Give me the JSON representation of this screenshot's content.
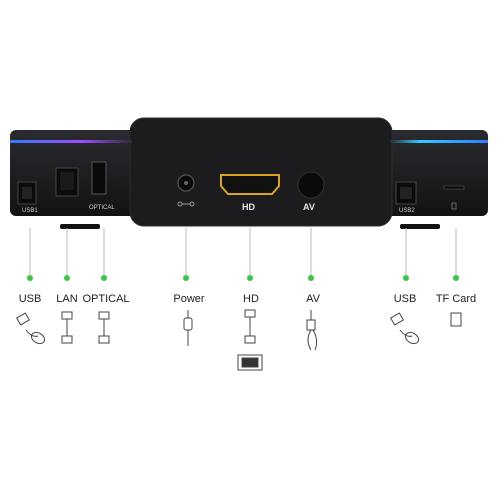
{
  "device": {
    "port_marks": {
      "usb1": "USB1",
      "optical": "OPTICAL",
      "hd": "HD",
      "av": "AV",
      "usb2": "USB2"
    }
  },
  "labels": [
    {
      "id": "usb1",
      "text": "USB",
      "icon": "usb-mouse-icon"
    },
    {
      "id": "lan",
      "text": "LAN",
      "icon": "ethernet-cable-icon"
    },
    {
      "id": "optical",
      "text": "OPTICAL",
      "icon": "optical-cable-icon"
    },
    {
      "id": "power",
      "text": "Power",
      "icon": "power-plug-icon"
    },
    {
      "id": "hd",
      "text": "HD",
      "icon": "hdmi-cable-icon"
    },
    {
      "id": "av",
      "text": "AV",
      "icon": "av-cable-icon"
    },
    {
      "id": "usb2",
      "text": "USB",
      "icon": "usb-mouse-icon"
    },
    {
      "id": "tf",
      "text": "TF Card",
      "icon": "sd-card-icon"
    }
  ],
  "colors": {
    "indicator_green": "#3ec63e",
    "led_blue": "#2f7cff",
    "led_purple": "#a04dff",
    "hdmi_gold": "#d8a51c"
  }
}
